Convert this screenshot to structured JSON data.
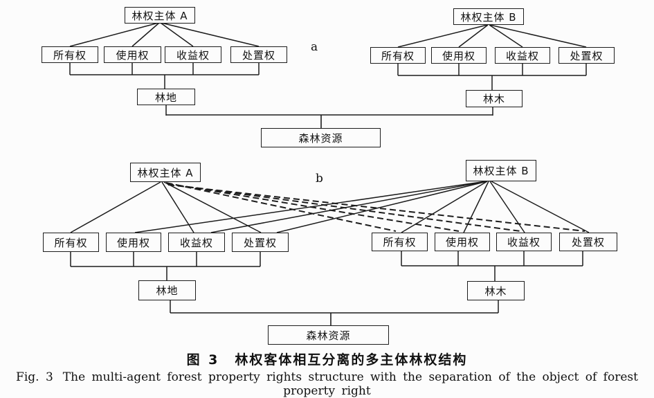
{
  "colors": {
    "ink": "#1c1c1c",
    "paper": "#fcfcfc"
  },
  "diagram": {
    "section_a": {
      "label": "a",
      "subject_a": "林权主体 A",
      "subject_b": "林权主体 B",
      "rights_a": [
        "所有权",
        "使用权",
        "收益权",
        "处置权"
      ],
      "rights_b": [
        "所有权",
        "使用权",
        "收益权",
        "处置权"
      ],
      "object_a": "林地",
      "object_b": "林木",
      "root": "森林资源"
    },
    "section_b": {
      "label": "b",
      "subject_a": "林权主体 A",
      "subject_b": "林权主体 B",
      "rights_a": [
        "所有权",
        "使用权",
        "收益权",
        "处置权"
      ],
      "rights_b": [
        "所有权",
        "使用权",
        "收益权",
        "处置权"
      ],
      "object_a": "林地",
      "object_b": "林木",
      "root": "森林资源"
    }
  },
  "caption": {
    "zh_label": "图 3",
    "zh_text": "林权客体相互分离的多主体林权结构",
    "en_label": "Fig. 3",
    "en_text": "The multi-agent forest property rights structure with the separation of the object of forest property right"
  }
}
